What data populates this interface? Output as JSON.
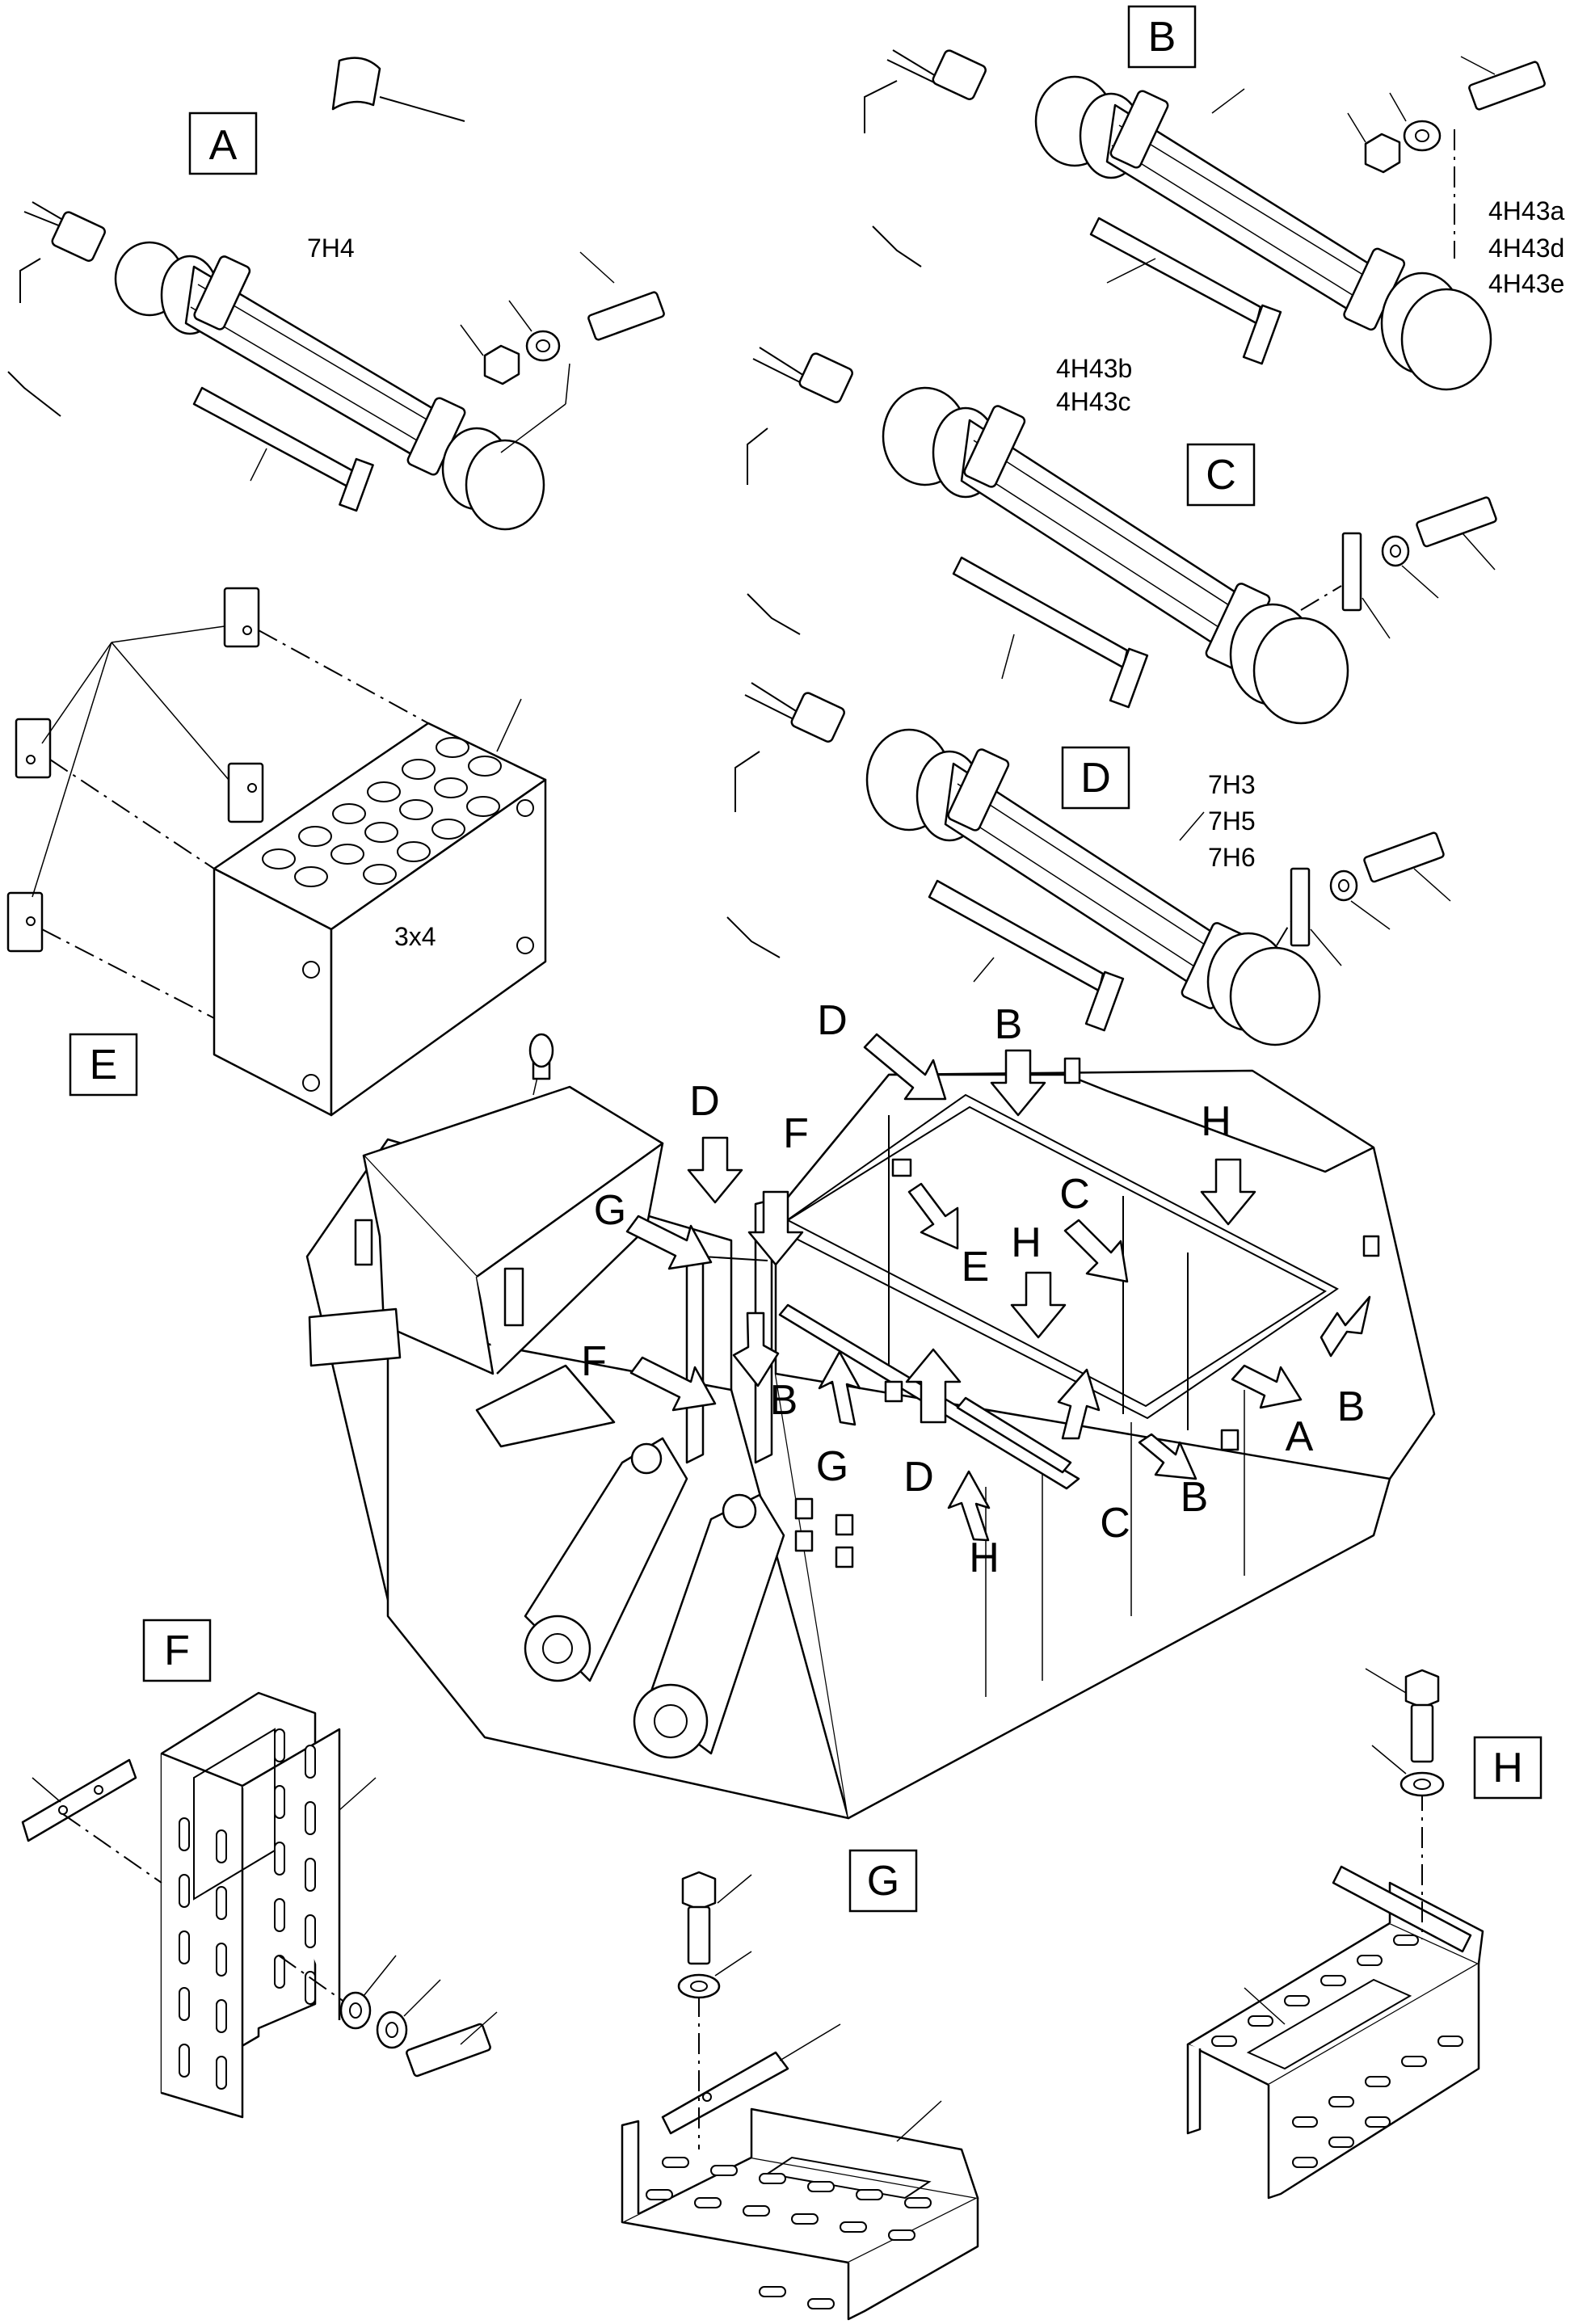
{
  "detail_labels": {
    "a": "A",
    "b": "B",
    "c": "C",
    "d": "D",
    "e": "E",
    "f": "F",
    "g": "G",
    "h": "H"
  },
  "part_refs": {
    "a": "7H4",
    "b": [
      "4H43a",
      "4H43d",
      "4H43e"
    ],
    "c": [
      "4H43b",
      "4H43c"
    ],
    "d": [
      "7H3",
      "7H5",
      "7H6"
    ],
    "e": "3x4"
  },
  "callouts": {
    "d_top": "D",
    "b_top": "B",
    "d_left": "D",
    "f_top": "F",
    "h_right": "H",
    "g_left": "G",
    "c_mid": "C",
    "e_mid": "E",
    "h_mid": "H",
    "f_left": "F",
    "b_mid": "B",
    "a_right": "A",
    "b_right": "B",
    "g_bottom": "G",
    "d_bottom": "D",
    "c_bottom": "C",
    "b_bottom": "B",
    "h_bottom": "H"
  }
}
